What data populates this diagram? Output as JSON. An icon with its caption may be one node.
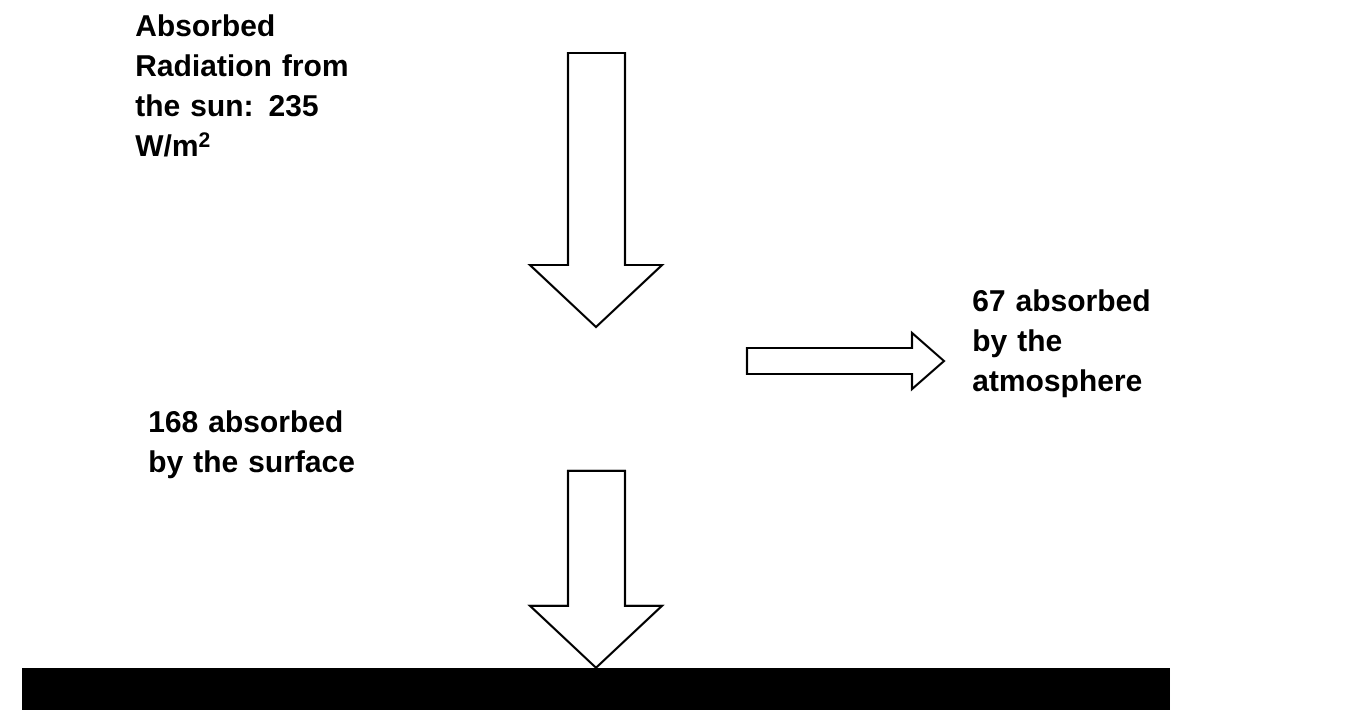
{
  "diagram": {
    "nodes": [
      {
        "text": [
          "Absorbed Radiation from the sun: 235 W/m$^{2}$"
        ]
      },
      {
        "text": [
          "67 absorbed by the atmosphere"
        ]
      },
      {
        "text": [
          "168 absorbed by the surface"
        ]
      },
      {
        "text": [],
        "shape": "bar"
      }
    ],
    "edges": [
      {
        "from": null,
        "to": 1,
        "arrow": "to"
      },
      {
        "from": null,
        "to": 3,
        "arrow": "to"
      }
    ]
  }
}
